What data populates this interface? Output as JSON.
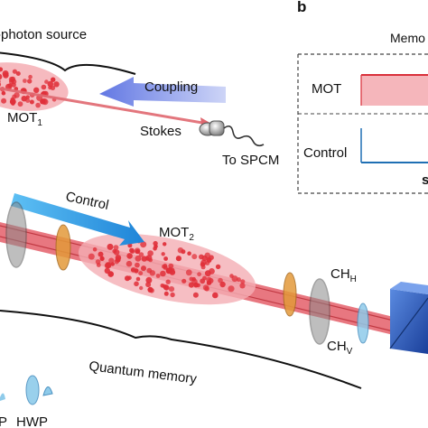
{
  "panel_a": {
    "source_label": "-photon source",
    "mot1_label": "MOT",
    "mot1_sub": "1",
    "coupling_label": "Coupling",
    "stokes_label": "Stokes",
    "spcm_label": "To SPCM",
    "control_label": "Control",
    "mot2_label": "MOT",
    "mot2_sub": "2",
    "chh_label": "CH",
    "chh_sub": "H",
    "chv_label": "CH",
    "chv_sub": "V",
    "memory_label": "Quantum memory",
    "hwp_label": "HWP",
    "p_label": "P"
  },
  "panel_b": {
    "panel_letter": "b",
    "title_partial": "Memo",
    "mot_row_label": "MOT",
    "control_row_label": "Control",
    "cut_letter": "s"
  },
  "colors": {
    "atom_red": "#e0303a",
    "cloud_pink": "#f4aeb4",
    "coupling_blue": "#7f8fe8",
    "control_blue": "#2aa0e8",
    "waveplate_orange": "#e39a3a",
    "lens_gray": "#8a8a8a",
    "prism_blue": "#2a5fc4",
    "trace_red": "#d9303a",
    "trace_blue": "#1f6fb4",
    "hwp_lightblue": "#8fcbea"
  }
}
